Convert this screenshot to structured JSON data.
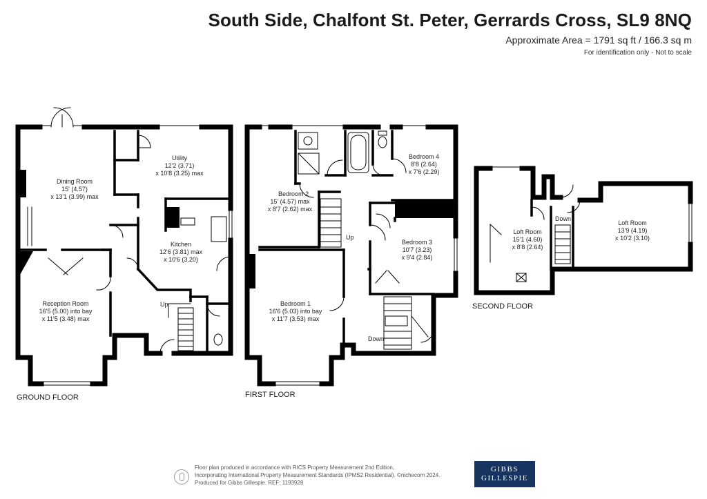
{
  "header": {
    "title": "South Side, Chalfont St. Peter, Gerrards Cross, SL9 8NQ",
    "area": "Approximate Area = 1791 sq ft / 166.3 sq m",
    "identification": "For identification only - Not to scale"
  },
  "floors": {
    "ground": "GROUND FLOOR",
    "first": "FIRST FLOOR",
    "second": "SECOND FLOOR"
  },
  "rooms": {
    "dining": {
      "name": "Dining Room",
      "l1": "15' (4.57)",
      "l2": "x 13'1 (3.99) max"
    },
    "utility": {
      "name": "Utility",
      "l1": "12'2 (3.71)",
      "l2": "x 10'8 (3.25) max"
    },
    "kitchen": {
      "name": "Kitchen",
      "l1": "12'6 (3.81) max",
      "l2": "x 10'6 (3.20)"
    },
    "reception": {
      "name": "Reception Room",
      "l1": "16'5 (5.00) into bay",
      "l2": "x 11'5 (3.48) max"
    },
    "bedroom2": {
      "name": "Bedroom 2",
      "l1": "15' (4.57) max",
      "l2": "x 8'7 (2.62) max"
    },
    "bedroom4": {
      "name": "Bedroom 4",
      "l1": "8'8 (2.64)",
      "l2": "x 7'6 (2.29)"
    },
    "bedroom3": {
      "name": "Bedroom 3",
      "l1": "10'7 (3.23)",
      "l2": "x 9'4 (2.84)"
    },
    "bedroom1": {
      "name": "Bedroom 1",
      "l1": "16'6 (5.03) into bay",
      "l2": "x 11'7 (3.53) max"
    },
    "loft1": {
      "name": "Loft Room",
      "l1": "15'1 (4.60)",
      "l2": "x 8'8 (2.64)"
    },
    "loft2": {
      "name": "Loft Room",
      "l1": "13'9 (4.19)",
      "l2": "x 10'2 (3.10)"
    }
  },
  "stairs": {
    "ground_up": "Up",
    "first_up": "Up",
    "first_down": "Down",
    "second_down": "Down"
  },
  "footer": {
    "line1": "Floor plan produced in accordance with RICS Property Measurement 2nd Edition,",
    "line2": "Incorporating International Property Measurement Standards (IPMS2 Residential).  ©nichecom 2024.",
    "line3": "Produced for Gibbs Gillespie.   REF:  1193928"
  },
  "logo": {
    "line1": "GIBBS",
    "line2": "GILLESPIE"
  },
  "colors": {
    "wall": "#000000",
    "logo_bg": "#17335f",
    "text": "#1a1a1a"
  }
}
